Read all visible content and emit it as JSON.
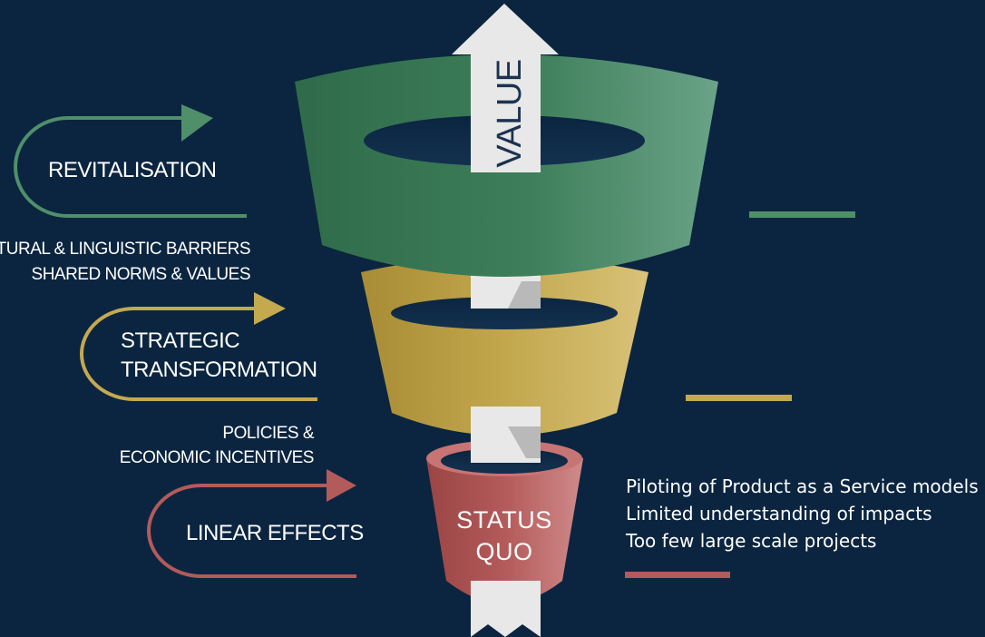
{
  "colors": {
    "background": "#0b2540",
    "green": "#4f8f6a",
    "gold": "#c4a94f",
    "red": "#b35a5a",
    "arrow": "#e6e6e6"
  },
  "funnel": {
    "arrow_label": "VALUE",
    "bottom_label_line1": "STATUS",
    "bottom_label_line2": "QUO"
  },
  "stages": {
    "revitalisation": {
      "label": "REVITALISATION"
    },
    "strategic": {
      "label_line1": "STRATEGIC",
      "label_line2": "TRANSFORMATION"
    },
    "linear": {
      "label": "LINEAR EFFECTS"
    }
  },
  "barriers": {
    "upper_line1": "CULTURAL & LINGUISTIC BARRIERS",
    "upper_line2": "SHARED NORMS & VALUES",
    "lower_line1": "POLICIES &",
    "lower_line2": "ECONOMIC INCENTIVES"
  },
  "status_quo_notes": [
    "Piloting of Product as a Service models",
    "Limited understanding of impacts",
    "Too few large scale projects"
  ]
}
